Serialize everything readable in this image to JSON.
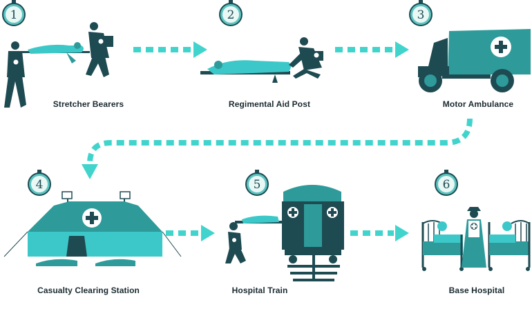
{
  "steps": [
    {
      "number": "1",
      "label": "Stretcher Bearers"
    },
    {
      "number": "2",
      "label": "Regimental Aid Post"
    },
    {
      "number": "3",
      "label": "Motor Ambulance"
    },
    {
      "number": "4",
      "label": "Casualty Clearing Station"
    },
    {
      "number": "5",
      "label": "Hospital Train"
    },
    {
      "number": "6",
      "label": "Base Hospital"
    }
  ],
  "colors": {
    "dark": "#1e4a52",
    "teal": "#2e9a9a",
    "light": "#3cc8c8",
    "arrow": "#40d4cc",
    "badge": "#5bc4c0",
    "text": "#1a2a30"
  }
}
